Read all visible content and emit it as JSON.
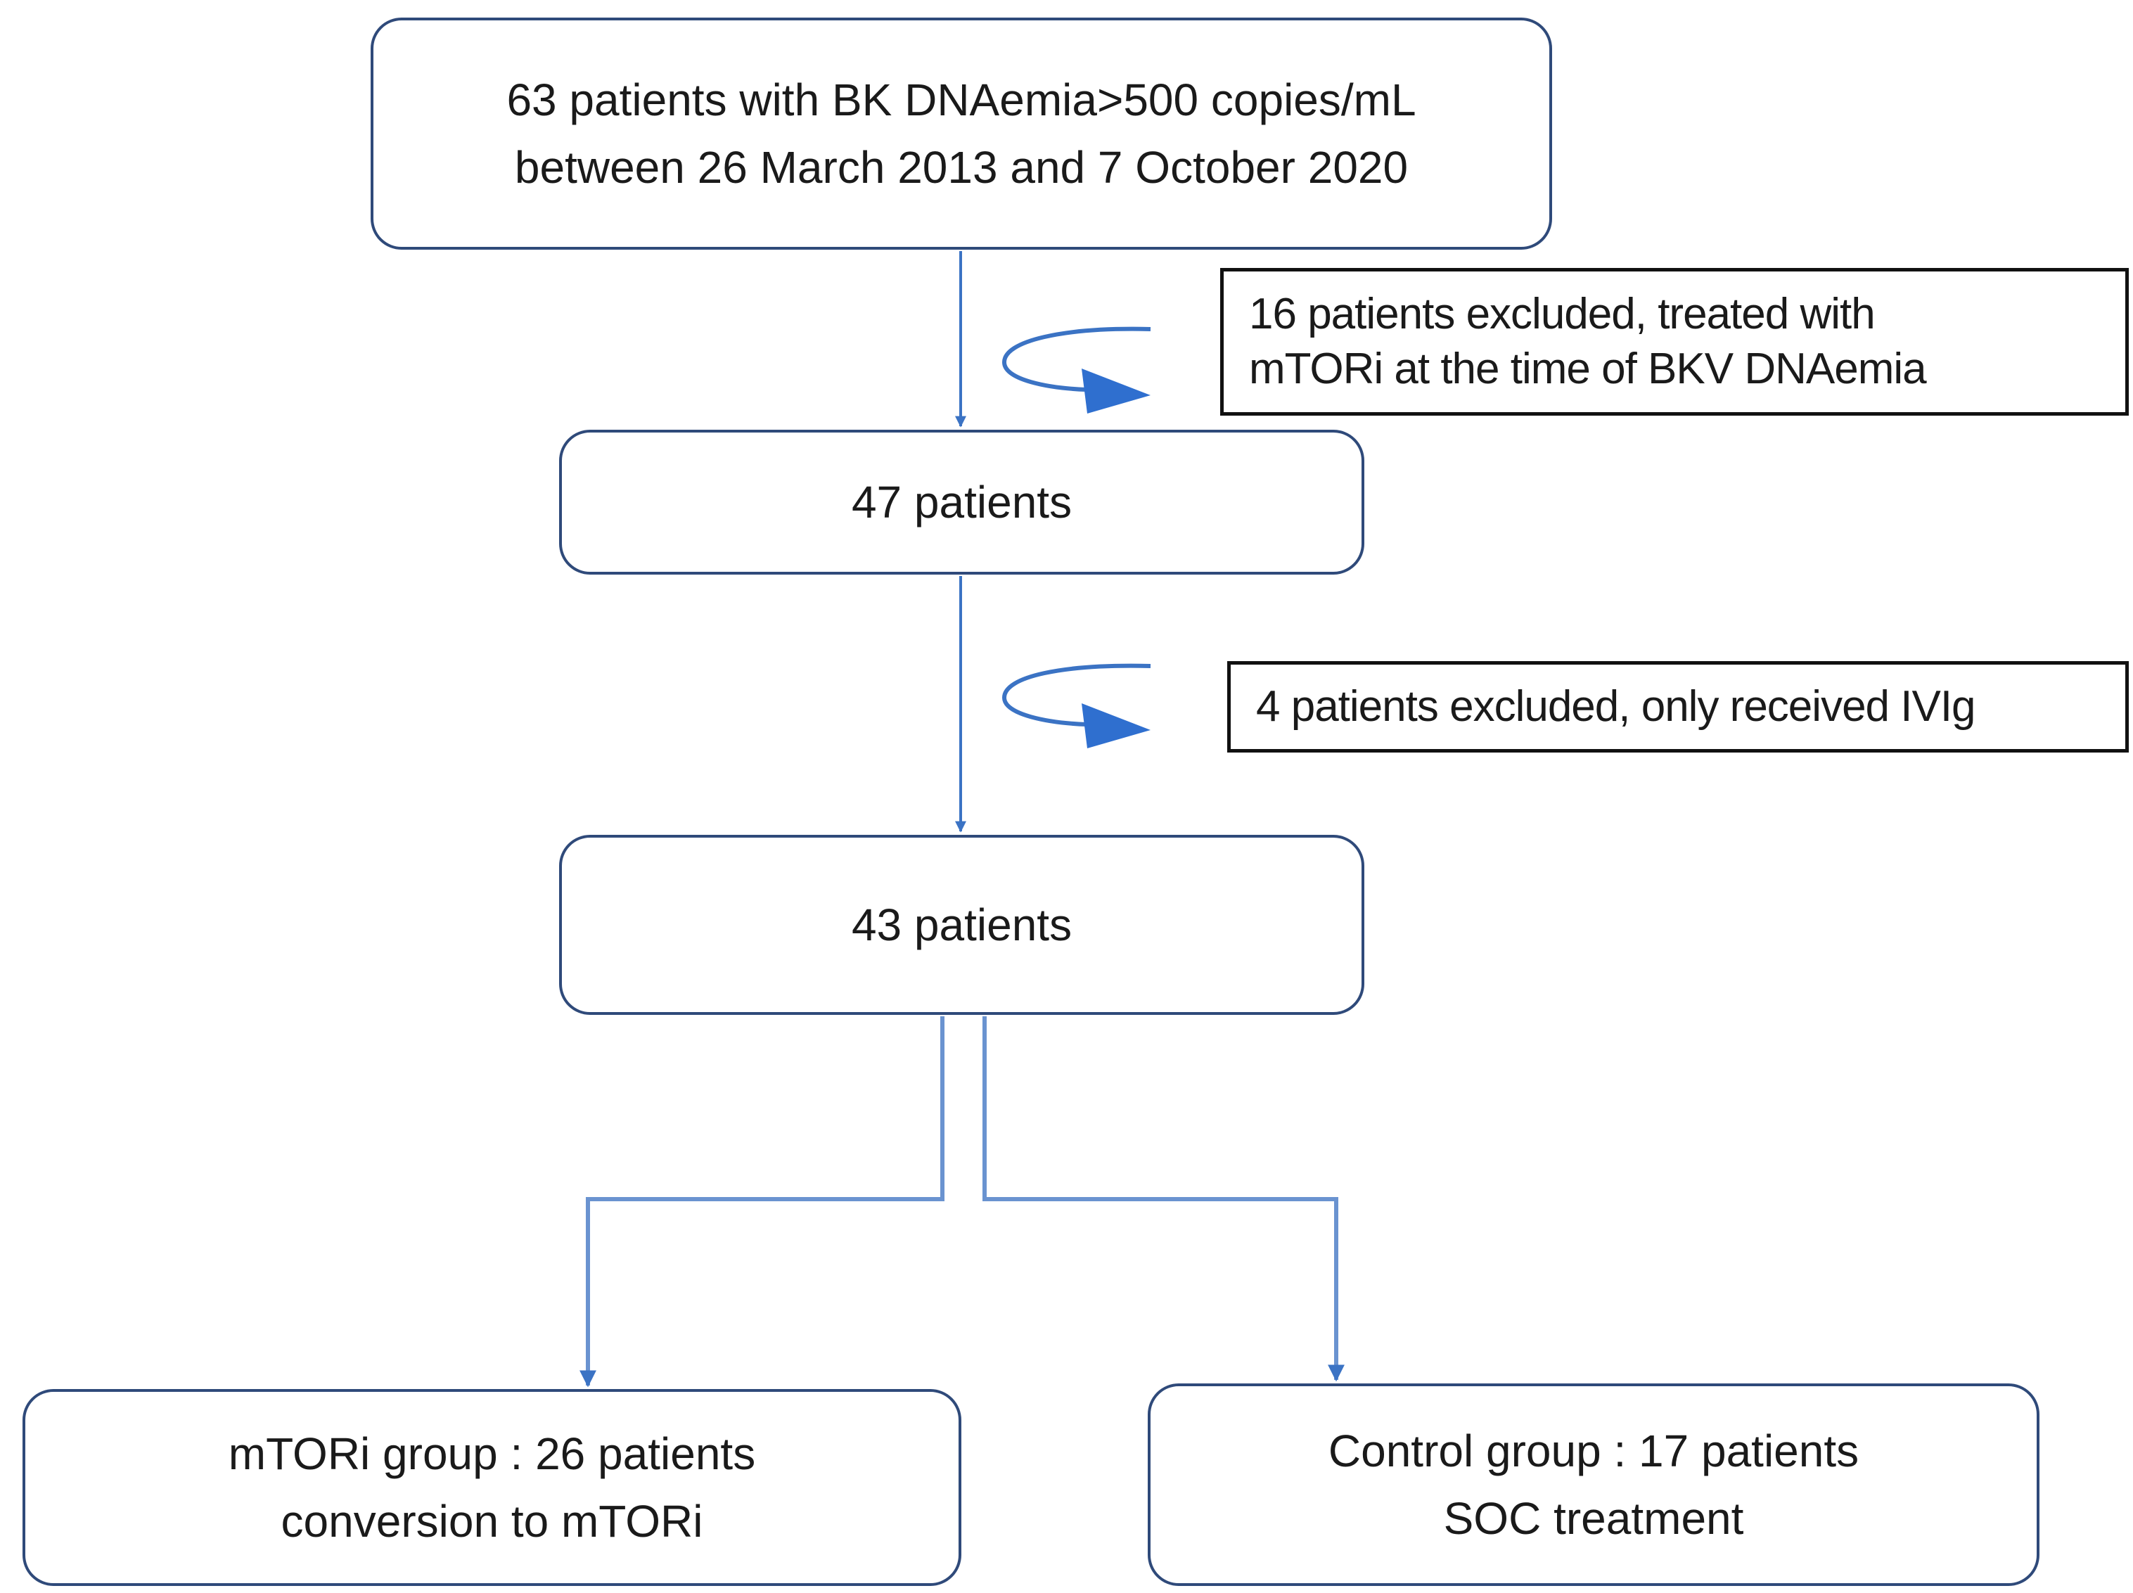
{
  "flowchart": {
    "start": {
      "line1": "63 patients with BK DNAemia>500 copies/mL",
      "line2": "between 26 March 2013 and 7 October  2020"
    },
    "exclusion1": {
      "line1": "16 patients excluded, treated with",
      "line2": "mTORi at the time of  BKV DNAemia"
    },
    "step2": {
      "line1": "47 patients"
    },
    "exclusion2": {
      "line1": "4 patients excluded, only received IVIg"
    },
    "step3": {
      "line1": "43 patients"
    },
    "groups": [
      {
        "line1": "mTORi group : 26 patients",
        "line2": "conversion  to mTORi"
      },
      {
        "line1": "Control  group : 17 patients",
        "line2": "SOC treatment"
      }
    ]
  },
  "colors": {
    "connector": "#3b73c4",
    "box_border": "#2f4a7a",
    "exclusion_border": "#111111"
  }
}
